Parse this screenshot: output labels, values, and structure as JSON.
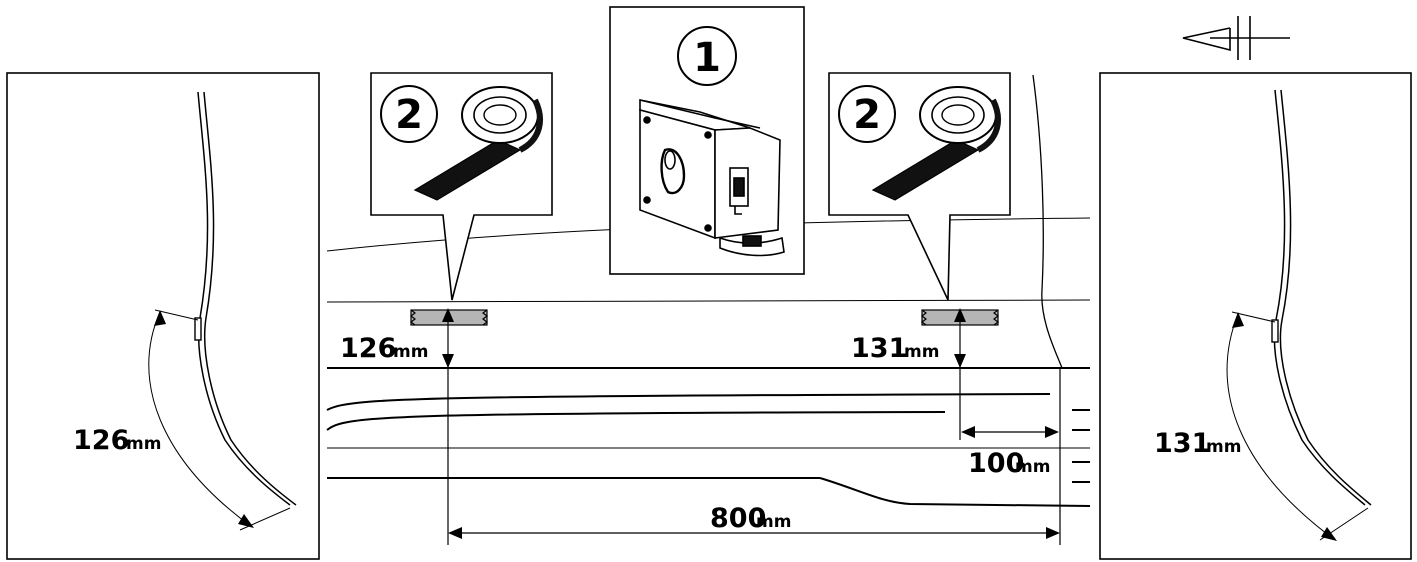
{
  "steps": {
    "one": "1",
    "two": "2"
  },
  "measurements": {
    "left_height": "126",
    "right_height": "131",
    "unit": "mm",
    "offset": "100",
    "span": "800"
  },
  "icons": {
    "tape_measure": "tape-measure-icon",
    "adhesive_tape": "tape-roll-icon",
    "symmetry": "symmetry-icon"
  }
}
